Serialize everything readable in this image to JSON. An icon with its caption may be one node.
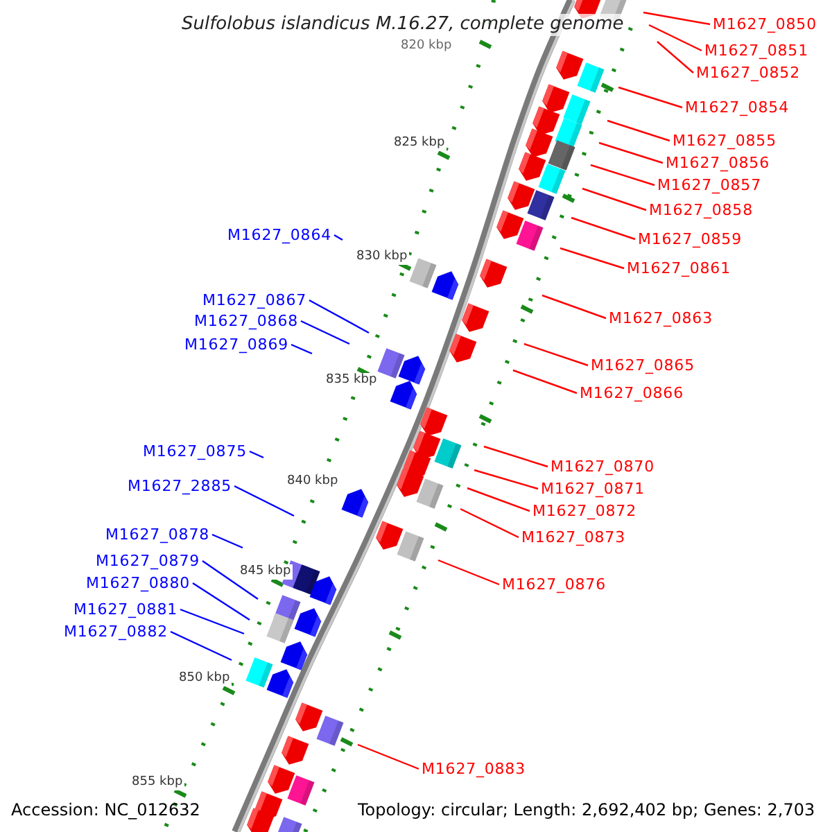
{
  "diagram": {
    "title": "Sulfolobus islandicus M.16.27, complete genome",
    "nodes": [
      {
        "text": [
          "M1627_0850"
        ]
      },
      {
        "text": [
          "M1627_0851"
        ]
      },
      {
        "text": [
          "M1627_0852"
        ]
      },
      {
        "text": [
          "M1627_0854"
        ]
      },
      {
        "text": [
          "M1627_0855"
        ]
      },
      {
        "text": [
          "M1627_0856"
        ]
      },
      {
        "text": [
          "M1627_0857"
        ]
      },
      {
        "text": [
          "M1627_0858"
        ]
      },
      {
        "text": [
          "M1627_0864"
        ]
      },
      {
        "text": [
          "M1627_0859"
        ]
      },
      {
        "text": [
          "M1627_0861"
        ]
      },
      {
        "text": [
          "M1627_0867"
        ]
      },
      {
        "text": [
          "M1627_0863"
        ]
      },
      {
        "text": [
          "M1627_0868"
        ]
      },
      {
        "text": [
          "M1627_0869"
        ]
      },
      {
        "text": [
          "M1627_0865"
        ]
      },
      {
        "text": [
          "M1627_0866"
        ]
      },
      {
        "text": [
          "M1627_0875"
        ]
      },
      {
        "text": [
          "M1627_0870"
        ]
      },
      {
        "text": [
          "M1627_2885"
        ]
      },
      {
        "text": [
          "M1627_0871"
        ]
      },
      {
        "text": [
          "M1627_0872"
        ]
      },
      {
        "text": [
          "M1627_0878"
        ]
      },
      {
        "text": [
          "M1627_0873"
        ]
      },
      {
        "text": [
          "M1627_0879"
        ]
      },
      {
        "text": [
          "M1627_0880"
        ]
      },
      {
        "text": [
          "M1627_0876"
        ]
      },
      {
        "text": [
          "M1627_0881"
        ]
      },
      {
        "text": [
          "M1627_0882"
        ]
      },
      {
        "text": [
          "M1627_0883"
        ]
      }
    ],
    "edges": [
      {
        "from": 0,
        "to": null,
        "arrow": "none"
      },
      {
        "from": 1,
        "to": null,
        "arrow": "none"
      },
      {
        "from": 2,
        "to": null,
        "arrow": "none"
      },
      {
        "from": 3,
        "to": null,
        "arrow": "none"
      },
      {
        "from": 4,
        "to": null,
        "arrow": "none"
      },
      {
        "from": 5,
        "to": null,
        "arrow": "none"
      },
      {
        "from": 6,
        "to": null,
        "arrow": "none"
      },
      {
        "from": 7,
        "to": null,
        "arrow": "none"
      },
      {
        "from": 8,
        "to": null,
        "arrow": "none",
        "color": "#0000ff"
      },
      {
        "from": 9,
        "to": null,
        "arrow": "none"
      },
      {
        "from": 10,
        "to": null,
        "arrow": "none"
      },
      {
        "from": 11,
        "to": null,
        "arrow": "none",
        "color": "#0000ff"
      },
      {
        "from": 12,
        "to": null,
        "arrow": "none"
      },
      {
        "from": 13,
        "to": null,
        "arrow": "none",
        "color": "#0000ff"
      },
      {
        "from": 14,
        "to": null,
        "arrow": "none",
        "color": "#0000ff"
      },
      {
        "from": 15,
        "to": null,
        "arrow": "none"
      },
      {
        "from": 16,
        "to": null,
        "arrow": "none"
      },
      {
        "from": 17,
        "to": null,
        "arrow": "none",
        "color": "#0000ff"
      },
      {
        "from": 18,
        "to": null,
        "arrow": "none"
      },
      {
        "from": 19,
        "to": null,
        "arrow": "none",
        "color": "#0000ff"
      },
      {
        "from": 20,
        "to": null,
        "arrow": "none"
      },
      {
        "from": 21,
        "to": null,
        "arrow": "none"
      },
      {
        "from": 22,
        "to": null,
        "arrow": "none",
        "color": "#0000ff"
      },
      {
        "from": 23,
        "to": null,
        "arrow": "none"
      },
      {
        "from": 24,
        "to": null,
        "arrow": "none",
        "color": "#0000ff"
      },
      {
        "from": 25,
        "to": null,
        "arrow": "none",
        "color": "#0000ff"
      },
      {
        "from": 26,
        "to": null,
        "arrow": "none"
      },
      {
        "from": 27,
        "to": null,
        "arrow": "none",
        "color": "#0000ff"
      },
      {
        "from": 28,
        "to": null,
        "arrow": "none",
        "color": "#0000ff"
      },
      {
        "from": 29,
        "to": null,
        "arrow": "none"
      }
    ],
    "labels": [
      "820 kbp",
      "825 kbp",
      "830 kbp",
      "835 kbp",
      "840 kbp",
      "845 kbp",
      "850 kbp",
      "855 kbp",
      "Accession: NC_012632",
      "Topology: circular; Length: 2,692,402 bp; Genes: 2,703"
    ]
  }
}
